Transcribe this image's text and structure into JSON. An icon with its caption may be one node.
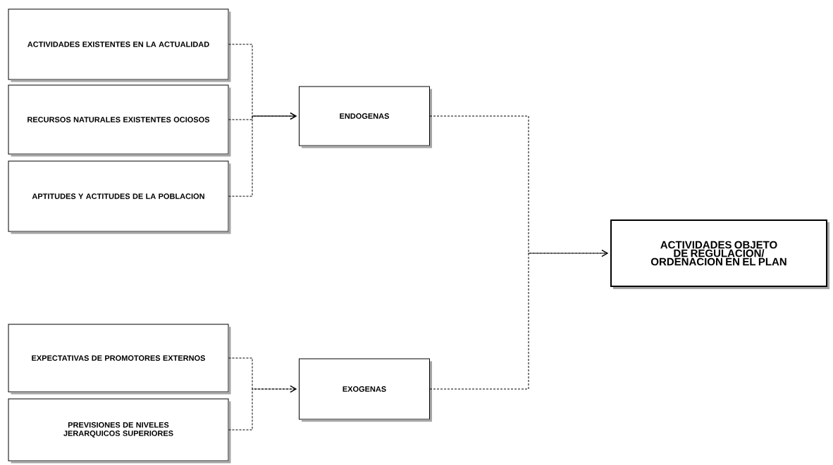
{
  "diagram": {
    "nodes": [
      {
        "text": [
          "ACTIVIDADES EXISTENTES EN LA ACTUALIDAD"
        ]
      },
      {
        "text": [
          "RECURSOS NATURALES EXISTENTES OCIOSOS"
        ]
      },
      {
        "text": [
          "APTITUDES Y ACTITUDES DE LA POBLACION"
        ]
      },
      {
        "text": [
          "ENDOGENAS"
        ]
      },
      {
        "text": [
          "ACTIVIDADES OBJETO DE REGULACION/ ORDENACION EN EL PLAN"
        ]
      },
      {
        "text": [
          "EXPECTATIVAS DE PROMOTORES EXTERNOS"
        ]
      },
      {
        "text": [
          "PREVISIONES DE NIVELES JERARQUICOS SUPERIORES"
        ]
      },
      {
        "text": [
          "EXOGENAS"
        ]
      }
    ],
    "edges": [
      {
        "from": 0,
        "to": 3,
        "arrow": "to"
      },
      {
        "from": 1,
        "to": 3,
        "arrow": "to"
      },
      {
        "from": 2,
        "to": 3,
        "arrow": "to"
      },
      {
        "from": 3,
        "to": 4,
        "arrow": "to"
      },
      {
        "from": 7,
        "to": 4,
        "arrow": "to"
      },
      {
        "from": 5,
        "to": 7,
        "arrow": "to"
      },
      {
        "from": 6,
        "to": 7,
        "arrow": "to"
      }
    ]
  }
}
